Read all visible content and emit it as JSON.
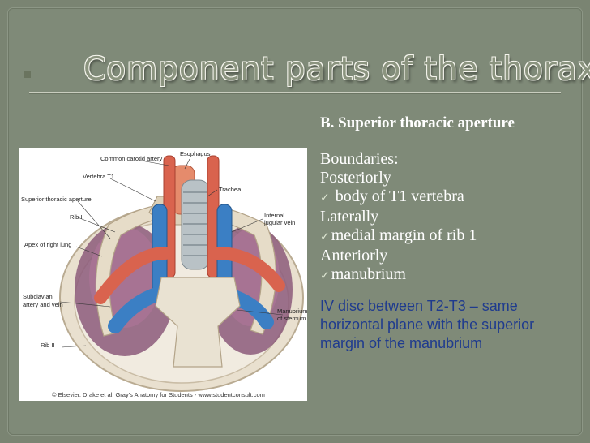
{
  "slide": {
    "title": "Component parts of the thorax",
    "heading": "B. Superior thoracic aperture",
    "lines": [
      {
        "text": "Boundaries:",
        "check": false
      },
      {
        "text": "Posteriorly",
        "check": false
      },
      {
        "text": " body of T1 vertebra",
        "check": true
      },
      {
        "text": "Laterally",
        "check": false
      },
      {
        "text": "medial margin of rib 1",
        "check": true
      },
      {
        "text": "Anteriorly",
        "check": false
      },
      {
        "text": "manubrium",
        "check": true
      }
    ],
    "note": "IV disc between T2-T3 – same horizontal plane with the superior margin of the manubrium"
  },
  "figure": {
    "labels": {
      "esophagus": "Esophagus",
      "carotid": "Common carotid artery",
      "vertebra": "Vertebra T1",
      "trachea": "Trachea",
      "aperture": "Superior thoracic aperture",
      "rib1": "Rib I",
      "jugular1": "Internal",
      "jugular2": "jugular vein",
      "apex": "Apex of right lung",
      "subclavian1": "Subclavian",
      "subclavian2": "artery and vein",
      "manubrium1": "Manubrium",
      "manubrium2": "of sternum",
      "rib2": "Rib II"
    },
    "caption": "© Elsevier. Drake et al: Gray's Anatomy for Students - www.studentconsult.com"
  },
  "colors": {
    "artery": "#d9634e",
    "vein": "#3b7fc4",
    "lung": "#8c5a7a",
    "bone": "#e6dcc8"
  }
}
